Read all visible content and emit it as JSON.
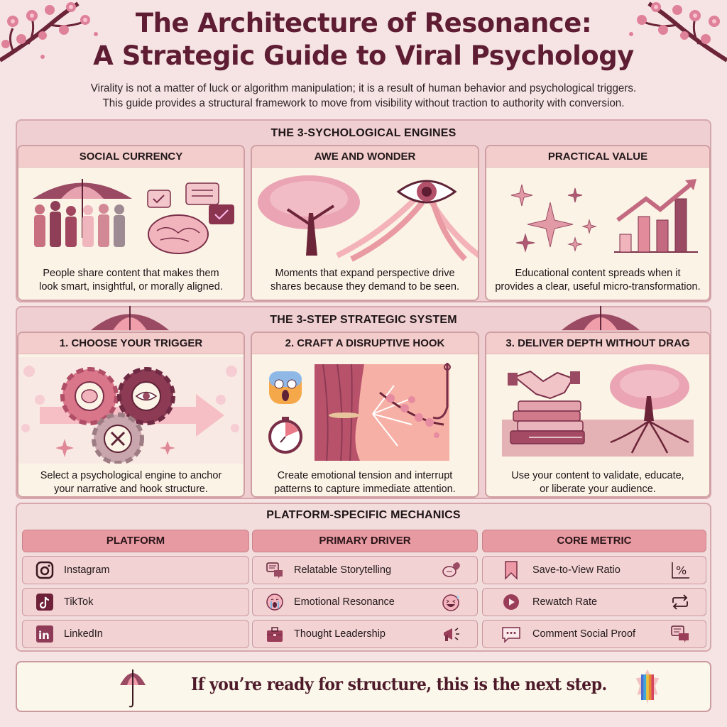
{
  "header": {
    "title_line1": "The Architecture of Resonance:",
    "title_line2": "A Strategic Guide to Viral Psychology",
    "subtitle_line1": "Virality is not a matter of luck or algorithm manipulation; it is a result of human behavior and psychological triggers.",
    "subtitle_line2": "This guide provides a structural framework to move from visibility without traction to authority with conversion."
  },
  "engines": {
    "title": "THE 3-SYCHOLOGICAL ENGINES",
    "cards": [
      {
        "heading": "SOCIAL CURRENCY",
        "text_line1": "People share content that makes them",
        "text_line2": "look smart, insightful, or morally aligned.",
        "icons": [
          "umbrella-icon",
          "people-group-icon",
          "brain-icon",
          "speech-bubbles-check-icon"
        ]
      },
      {
        "heading": "AWE AND WONDER",
        "text_line1": "Moments that expand perspective drive",
        "text_line2": "shares because they demand to be seen.",
        "icons": [
          "cherry-blossom-tree-icon",
          "eye-icon",
          "light-rays-icon"
        ]
      },
      {
        "heading": "PRACTICAL VALUE",
        "text_line1": "Educational content spreads when it",
        "text_line2": "provides a clear, useful micro-transformation.",
        "icons": [
          "sparkles-icon",
          "growth-bar-chart-icon"
        ]
      }
    ]
  },
  "steps": {
    "title": "THE 3-STEP STRATEGIC SYSTEM",
    "cards": [
      {
        "heading": "1. CHOOSE YOUR TRIGGER",
        "text_line1": "Select a psychological engine to anchor",
        "text_line2": "your narrative and hook structure.",
        "icons": [
          "gear-brain-icon",
          "gear-eye-icon",
          "gear-tools-icon",
          "arrow-right-icon"
        ]
      },
      {
        "heading": "2. CRAFT A DISRUPTIVE HOOK",
        "text_line1": "Create emotional tension and interrupt",
        "text_line2": "patterns to capture immediate attention.",
        "icons": [
          "screaming-face-icon",
          "stopwatch-icon",
          "curtain-icon",
          "fishhook-blossom-icon"
        ]
      },
      {
        "heading": "3. DELIVER DEPTH WITHOUT DRAG",
        "text_line1": "Use your content to validate, educate,",
        "text_line2": "or liberate your audience.",
        "icons": [
          "handshake-icon",
          "books-stack-icon",
          "rooted-tree-icon"
        ]
      }
    ]
  },
  "mechanics": {
    "title": "PLATFORM-SPECIFIC MECHANICS",
    "columns": [
      "PLATFORM",
      "PRIMARY DRIVER",
      "CORE METRIC"
    ],
    "rows": [
      {
        "platform": "Instagram",
        "platform_icon": "instagram-icon",
        "driver": "Relatable Storytelling",
        "driver_icon": "chat-bubbles-icon",
        "driver_icon_right": "chat-heart-icon",
        "metric": "Save-to-View Ratio",
        "metric_icon": "bookmark-icon",
        "metric_icon_right": "percent-chart-icon"
      },
      {
        "platform": "TikTok",
        "platform_icon": "tiktok-icon",
        "driver": "Emotional Resonance",
        "driver_icon": "crying-face-icon",
        "driver_icon_right": "laughing-sweat-face-icon",
        "metric": "Rewatch Rate",
        "metric_icon": "play-circle-icon",
        "metric_icon_right": "repeat-icon"
      },
      {
        "platform": "LinkedIn",
        "platform_icon": "linkedin-icon",
        "driver": "Thought Leadership",
        "driver_icon": "briefcase-icon",
        "driver_icon_right": "megaphone-icon",
        "metric": "Comment Social Proof",
        "metric_icon": "comment-dots-icon",
        "metric_icon_right": "chat-bubbles-icon"
      }
    ]
  },
  "cta": {
    "text": "If you’re ready for structure, this is the next step.",
    "left_icon": "umbrella-icon",
    "right_icon": "rainbow-blossom-logo"
  },
  "colors": {
    "background": "#f6e4e4",
    "title": "#5e1d33",
    "accent_pink": "#e89aa2",
    "card_bg": "#fbf3e6",
    "plum": "#7a2e48"
  }
}
